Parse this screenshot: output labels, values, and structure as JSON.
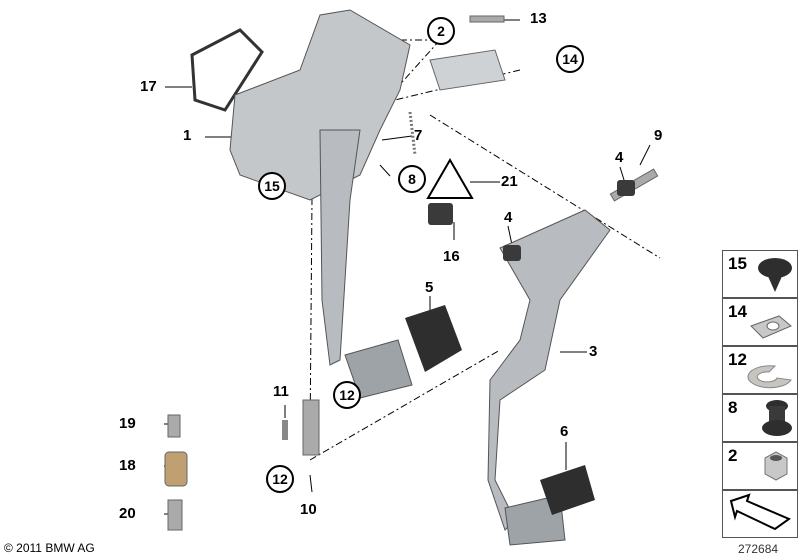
{
  "callouts": {
    "c1": "1",
    "c2": "2",
    "c3": "3",
    "c4a": "4",
    "c4b": "4",
    "c5": "5",
    "c6": "6",
    "c7": "7",
    "c8": "8",
    "c9": "9",
    "c10": "10",
    "c11": "11",
    "c12a": "12",
    "c12b": "12",
    "c13": "13",
    "c14": "14",
    "c15": "15",
    "c16": "16",
    "c17": "17",
    "c18": "18",
    "c19": "19",
    "c20": "20",
    "c21": "21"
  },
  "panel": [
    {
      "num": "15",
      "icon": "push-rivet-icon"
    },
    {
      "num": "14",
      "icon": "clip-nut-icon"
    },
    {
      "num": "12",
      "icon": "circlip-icon"
    },
    {
      "num": "8",
      "icon": "rubber-grommet-icon"
    },
    {
      "num": "2",
      "icon": "hex-flange-nut-icon"
    },
    {
      "num": "",
      "icon": "arrow-icon"
    }
  ],
  "footer": {
    "copyright": "© 2011 BMW AG",
    "diagram_id": "272684"
  },
  "colors": {
    "part": "#b8bcc0",
    "dark": "#333333",
    "line": "#000000"
  }
}
